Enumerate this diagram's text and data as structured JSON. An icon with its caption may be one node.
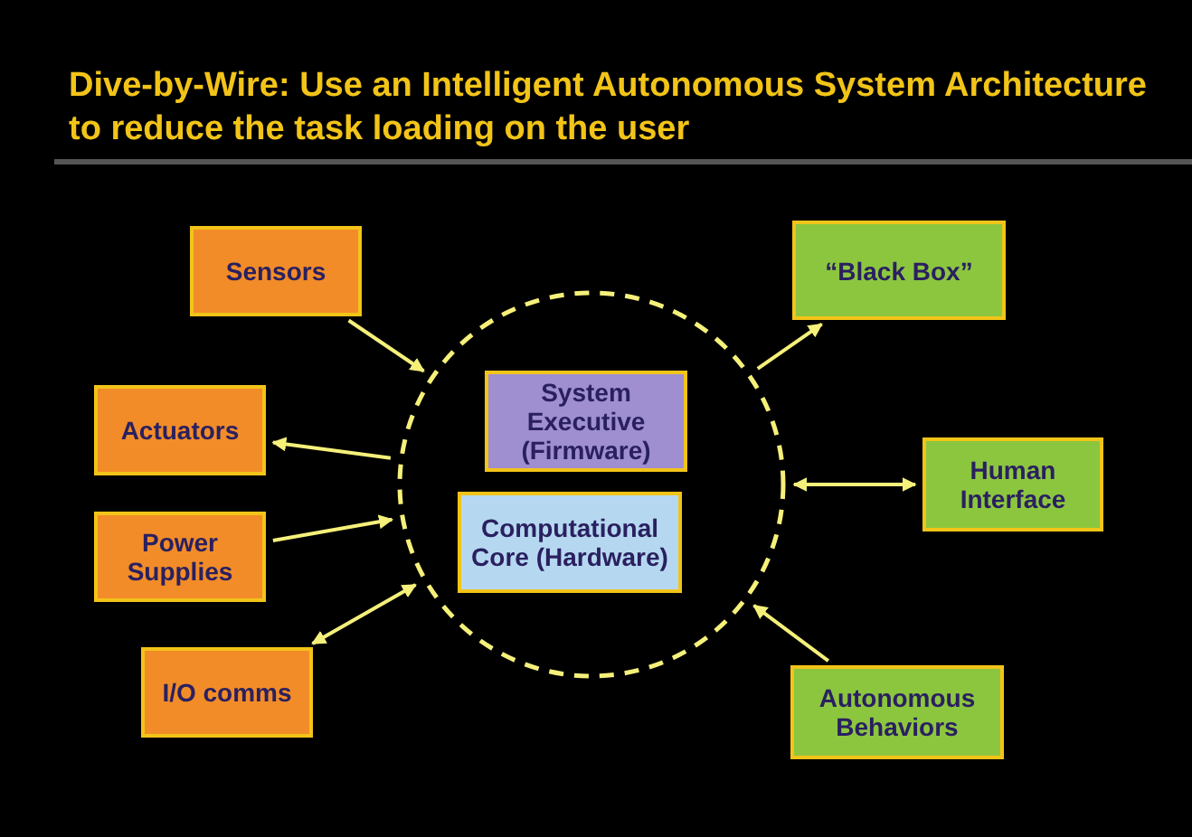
{
  "diagram": {
    "title": "Dive-by-Wire:  Use an Intelligent  Autonomous System Architecture to reduce the task loading on the user",
    "nodes": [
      {
        "text": [
          "Sensors"
        ]
      },
      {
        "text": [
          "Actuators"
        ]
      },
      {
        "text": [
          "Power Supplies"
        ]
      },
      {
        "text": [
          "I/O comms"
        ]
      },
      {
        "text": [],
        "shape": "circle"
      },
      {
        "text": [
          "System Executive (Firmware)"
        ],
        "in": 4
      },
      {
        "text": [
          "Computational Core (Hardware)"
        ],
        "in": 4
      },
      {
        "text": [
          "“Black Box”"
        ]
      },
      {
        "text": [
          "Human Interface"
        ]
      },
      {
        "text": [
          "Autonomous Behaviors"
        ]
      }
    ],
    "edges": [
      {
        "from": 0,
        "to": 4,
        "arrow": "to"
      },
      {
        "from": 4,
        "to": 1,
        "arrow": "to"
      },
      {
        "from": 2,
        "to": 4,
        "arrow": "to"
      },
      {
        "from": 3,
        "to": 4,
        "arrow": "both"
      },
      {
        "from": 4,
        "to": 7,
        "arrow": "to"
      },
      {
        "from": 8,
        "to": 4,
        "arrow": "both"
      },
      {
        "from": 9,
        "to": 4,
        "arrow": "to"
      }
    ]
  }
}
